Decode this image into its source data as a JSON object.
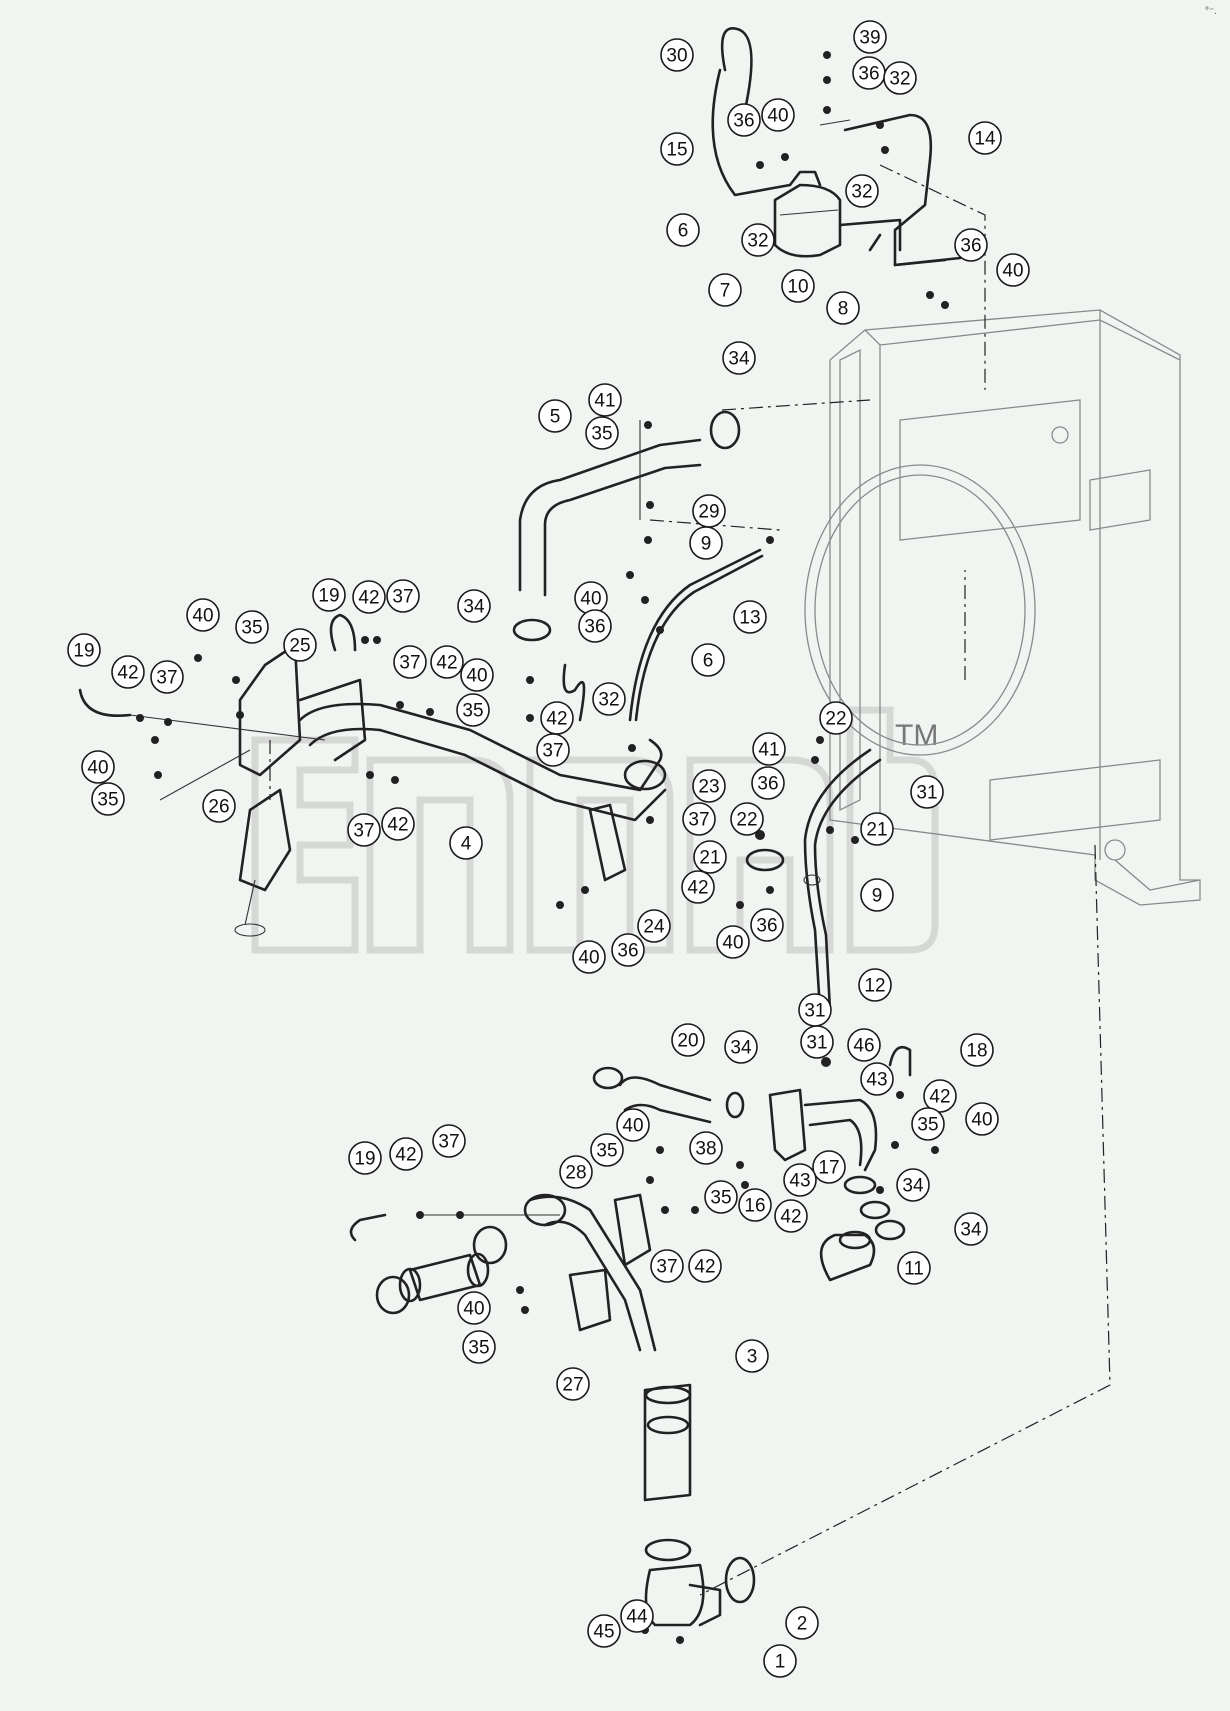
{
  "callouts": [
    {
      "id": "c-30a",
      "label": "30"
    },
    {
      "id": "c-39",
      "label": "39"
    },
    {
      "id": "c-36a",
      "label": "36"
    },
    {
      "id": "c-32a",
      "label": "32"
    },
    {
      "id": "c-15",
      "label": "15"
    },
    {
      "id": "c-36b",
      "label": "36"
    },
    {
      "id": "c-40a",
      "label": "40"
    },
    {
      "id": "c-14",
      "label": "14"
    },
    {
      "id": "c-32b",
      "label": "32"
    },
    {
      "id": "c-6a",
      "label": "6"
    },
    {
      "id": "c-32c",
      "label": "32"
    },
    {
      "id": "c-36c",
      "label": "36"
    },
    {
      "id": "c-40b",
      "label": "40"
    },
    {
      "id": "c-7",
      "label": "7"
    },
    {
      "id": "c-10",
      "label": "10"
    },
    {
      "id": "c-8",
      "label": "8"
    },
    {
      "id": "c-34a",
      "label": "34"
    },
    {
      "id": "c-41a",
      "label": "41"
    },
    {
      "id": "c-5",
      "label": "5"
    },
    {
      "id": "c-35a",
      "label": "35"
    },
    {
      "id": "c-29",
      "label": "29"
    },
    {
      "id": "c-9a",
      "label": "9"
    },
    {
      "id": "c-40c",
      "label": "40"
    },
    {
      "id": "c-13",
      "label": "13"
    },
    {
      "id": "c-36d",
      "label": "36"
    },
    {
      "id": "c-34b",
      "label": "34"
    },
    {
      "id": "c-6b",
      "label": "6"
    },
    {
      "id": "c-19a",
      "label": "19"
    },
    {
      "id": "c-42a",
      "label": "42"
    },
    {
      "id": "c-37a",
      "label": "37"
    },
    {
      "id": "c-40d",
      "label": "40"
    },
    {
      "id": "c-35b",
      "label": "35"
    },
    {
      "id": "c-25",
      "label": "25"
    },
    {
      "id": "c-19b",
      "label": "19"
    },
    {
      "id": "c-42b",
      "label": "42"
    },
    {
      "id": "c-37b",
      "label": "37"
    },
    {
      "id": "c-37c",
      "label": "37"
    },
    {
      "id": "c-42c",
      "label": "42"
    },
    {
      "id": "c-40e",
      "label": "40"
    },
    {
      "id": "c-32d",
      "label": "32"
    },
    {
      "id": "c-35c",
      "label": "35"
    },
    {
      "id": "c-42d",
      "label": "42"
    },
    {
      "id": "c-37d",
      "label": "37"
    },
    {
      "id": "c-22a",
      "label": "22"
    },
    {
      "id": "c-41b",
      "label": "41"
    },
    {
      "id": "c-36e",
      "label": "36"
    },
    {
      "id": "c-31a",
      "label": "31"
    },
    {
      "id": "c-40f",
      "label": "40"
    },
    {
      "id": "c-35d",
      "label": "35"
    },
    {
      "id": "c-26",
      "label": "26"
    },
    {
      "id": "c-23",
      "label": "23"
    },
    {
      "id": "c-37e",
      "label": "37"
    },
    {
      "id": "c-22b",
      "label": "22"
    },
    {
      "id": "c-21a",
      "label": "21"
    },
    {
      "id": "c-21b",
      "label": "21"
    },
    {
      "id": "c-37f",
      "label": "37"
    },
    {
      "id": "c-42e",
      "label": "42"
    },
    {
      "id": "c-4",
      "label": "4"
    },
    {
      "id": "c-42f",
      "label": "42"
    },
    {
      "id": "c-9b",
      "label": "9"
    },
    {
      "id": "c-24",
      "label": "24"
    },
    {
      "id": "c-36f",
      "label": "36"
    },
    {
      "id": "c-40g",
      "label": "40"
    },
    {
      "id": "c-36g",
      "label": "36"
    },
    {
      "id": "c-40h",
      "label": "40"
    },
    {
      "id": "c-12",
      "label": "12"
    },
    {
      "id": "c-31b",
      "label": "31"
    },
    {
      "id": "c-20",
      "label": "20"
    },
    {
      "id": "c-34c",
      "label": "34"
    },
    {
      "id": "c-31c",
      "label": "31"
    },
    {
      "id": "c-46",
      "label": "46"
    },
    {
      "id": "c-18",
      "label": "18"
    },
    {
      "id": "c-43a",
      "label": "43"
    },
    {
      "id": "c-42g",
      "label": "42"
    },
    {
      "id": "c-40i",
      "label": "40"
    },
    {
      "id": "c-35e",
      "label": "35"
    },
    {
      "id": "c-40j",
      "label": "40"
    },
    {
      "id": "c-19c",
      "label": "19"
    },
    {
      "id": "c-42h",
      "label": "42"
    },
    {
      "id": "c-37g",
      "label": "37"
    },
    {
      "id": "c-35f",
      "label": "35"
    },
    {
      "id": "c-38",
      "label": "38"
    },
    {
      "id": "c-17",
      "label": "17"
    },
    {
      "id": "c-28",
      "label": "28"
    },
    {
      "id": "c-43b",
      "label": "43"
    },
    {
      "id": "c-35g",
      "label": "35"
    },
    {
      "id": "c-16",
      "label": "16"
    },
    {
      "id": "c-34d",
      "label": "34"
    },
    {
      "id": "c-42i",
      "label": "42"
    },
    {
      "id": "c-34e",
      "label": "34"
    },
    {
      "id": "c-37h",
      "label": "37"
    },
    {
      "id": "c-42j",
      "label": "42"
    },
    {
      "id": "c-11",
      "label": "11"
    },
    {
      "id": "c-40k",
      "label": "40"
    },
    {
      "id": "c-35h",
      "label": "35"
    },
    {
      "id": "c-3",
      "label": "3"
    },
    {
      "id": "c-27",
      "label": "27"
    },
    {
      "id": "c-2",
      "label": "2"
    },
    {
      "id": "c-45",
      "label": "45"
    },
    {
      "id": "c-44",
      "label": "44"
    },
    {
      "id": "c-1",
      "label": "1"
    }
  ],
  "watermark": {
    "tm": "TM"
  }
}
